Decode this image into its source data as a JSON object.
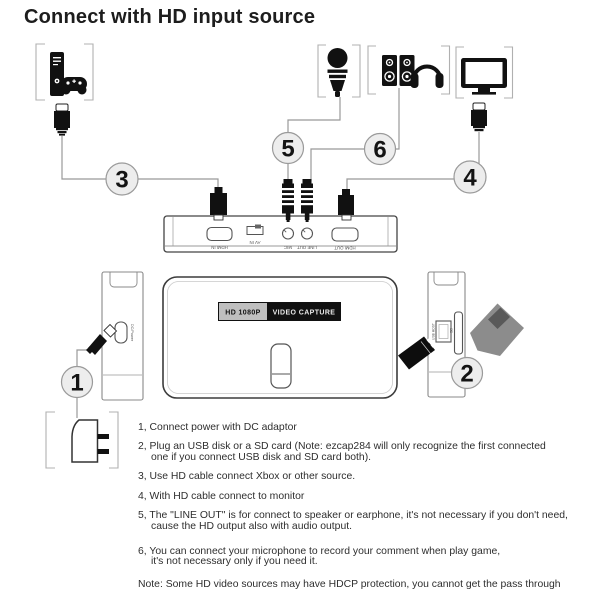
{
  "title": "Connect with HD input source",
  "diagram": {
    "device_plate": {
      "left": "HD 1080P",
      "right": "VIDEO CAPTURE"
    },
    "ports": {
      "hdmi_in": "HDMI IN",
      "av_in": "AV IN",
      "mic": "MIC",
      "line_out": "LINE OUT",
      "hdmi_out": "HDMI OUT",
      "dc_power": "DC/Power",
      "usb_host": "USB HOST",
      "sd": "SD"
    },
    "callouts": {
      "c1": "1",
      "c2": "2",
      "c3": "3",
      "c4": "4",
      "c5": "5",
      "c6": "6"
    },
    "icons": {
      "game-console-icon": "xbox-console-with-gamepad",
      "microphone-icon": "handheld-microphone",
      "speakers-headphones-icon": "stereo-speakers-and-headphones",
      "tv-monitor-icon": "flat-screen-monitor",
      "power-adapter-icon": "wall-power-adaptor",
      "usb-drive-icon": "usb-flash-drive",
      "sd-card-icon": "sd-memory-card",
      "hdmi-plug-icon": "hdmi-cable-connector",
      "audio-plug-icon": "3.5mm-audio-jack"
    }
  },
  "instructions": {
    "steps": [
      "1, Connect power with DC adaptor",
      "2, Plug an USB disk or a SD card (Note: ezcap284 will only recognize the first connected\none if you connect USB disk and SD card both).",
      "3, Use HD cable connect Xbox or other source.",
      "4, With HD cable connect to monitor",
      "5, The \"LINE OUT\" is for connect to speaker or earphone, it's not necessary if you don't need,\ncause the HD output also with audio output.",
      "6, You can connect your microphone to record your comment when play game,\nit's not necessary only if you need it."
    ],
    "note": "Note: Some HD video sources may have HDCP protection, you cannot get the pass through"
  },
  "colors": {
    "icon_black": "#111111",
    "callout_fill": "#ededed",
    "callout_border": "#9a9a9a",
    "wire_gray": "#999999",
    "plate_gray": "#bfbfbf",
    "plate_black": "#111111",
    "sd_card_gray": "#8c8c8c",
    "text_dark": "#2e2e2e"
  }
}
